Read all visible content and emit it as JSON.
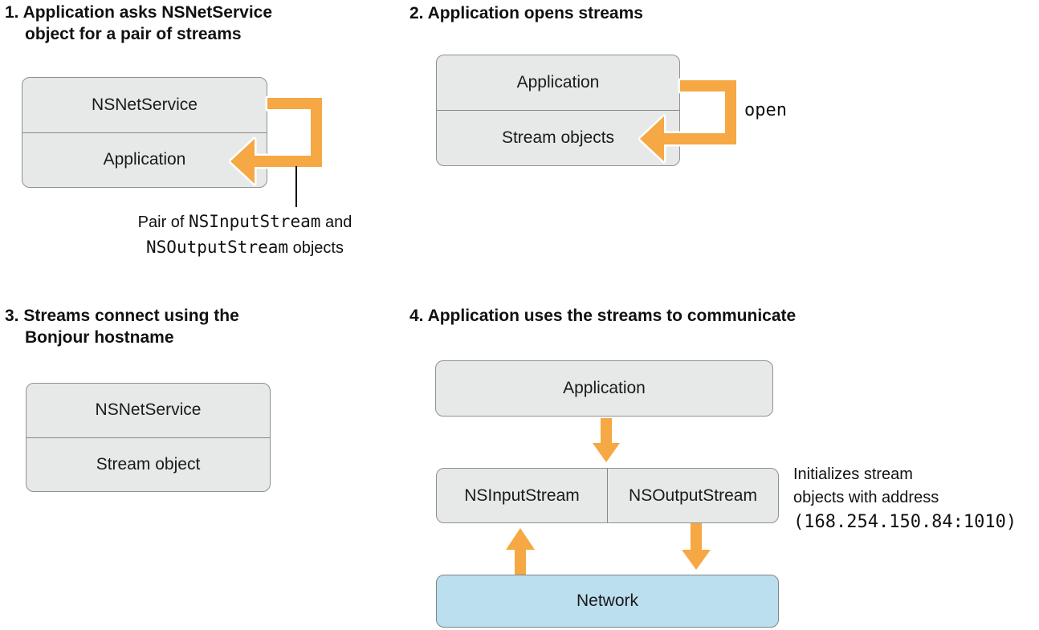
{
  "colors": {
    "arrow": "#F5A843",
    "box_fill": "#E7E8E8",
    "box_border": "#8E9193",
    "network_fill": "#BBDFEF",
    "network_border": "#7C8689",
    "text": "#161616"
  },
  "step1": {
    "heading": "1. Application asks NSNetService\nobject for a pair of streams",
    "box_top": "NSNetService",
    "box_bottom": "Application",
    "caption_pre": "Pair of ",
    "caption_code1": "NSInputStream",
    "caption_mid": " and",
    "caption_code2": "NSOutputStream",
    "caption_post": " objects"
  },
  "step2": {
    "heading": "2. Application opens streams",
    "box_top": "Application",
    "box_bottom": "Stream objects",
    "arrow_label": "open"
  },
  "step3": {
    "heading": "3. Streams connect using the\nBonjour hostname",
    "box_top": "NSNetService",
    "box_bottom": "Stream object"
  },
  "step4": {
    "heading": "4. Application uses the streams to communicate",
    "app_label": "Application",
    "input_label": "NSInputStream",
    "output_label": "NSOutputStream",
    "network_label": "Network",
    "note_line1": "Initializes stream",
    "note_line2": "objects with address",
    "note_line3": "(168.254.150.84:1010)"
  }
}
